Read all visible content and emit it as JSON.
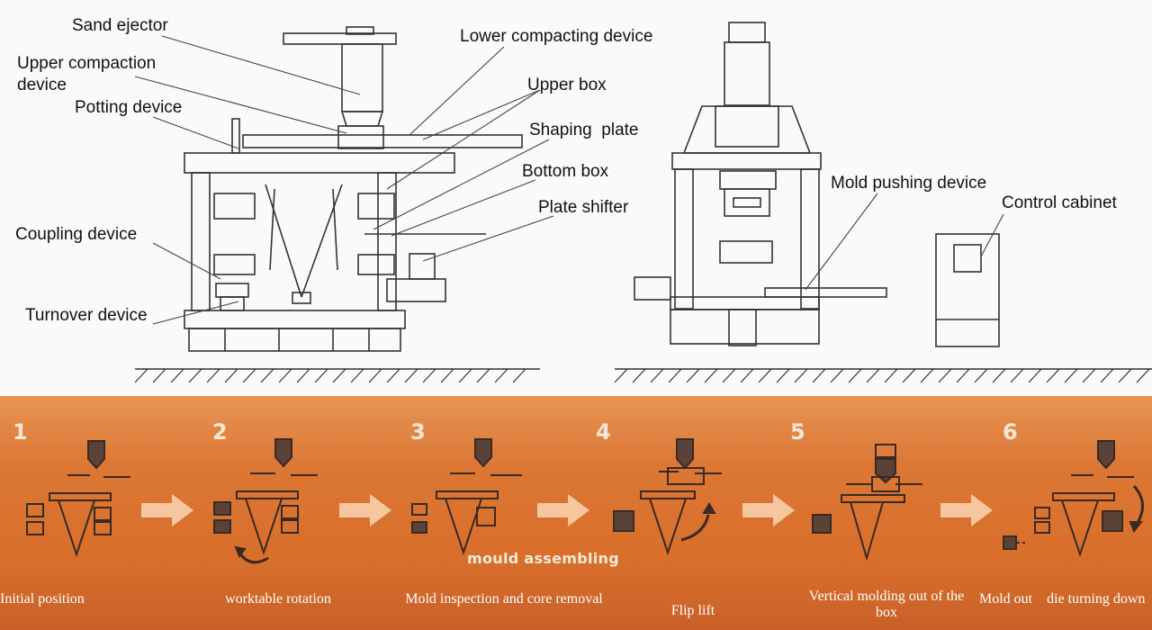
{
  "top_diagram": {
    "labels": {
      "sand_ejector": "Sand ejector",
      "upper_compaction_line1": "Upper compaction",
      "upper_compaction_line2": "device",
      "potting_device": "Potting device",
      "coupling_device": "Coupling device",
      "turnover_device": "Turnover device",
      "lower_compacting_device": "Lower compacting device",
      "upper_box": "Upper box",
      "shaping_plate": "Shaping  plate",
      "bottom_box": "Bottom box",
      "plate_shifter": "Plate shifter",
      "mold_pushing_device": "Mold pushing device",
      "control_cabinet": "Control cabinet"
    }
  },
  "process_strip": {
    "steps": [
      {
        "number": "1",
        "caption": "Initial position"
      },
      {
        "number": "2",
        "caption": "worktable rotation"
      },
      {
        "number": "3",
        "caption": "Mold inspection and core removal"
      },
      {
        "number": "4",
        "caption": "Flip lift"
      },
      {
        "number": "5",
        "caption": "Vertical molding out of the box"
      },
      {
        "number": "6",
        "caption": "Mold out    die turning down"
      }
    ],
    "overlay_text": "mould assembling",
    "colors": {
      "background": "#d8702c",
      "arrow": "#f6c79e",
      "text": "#ffffff"
    }
  }
}
